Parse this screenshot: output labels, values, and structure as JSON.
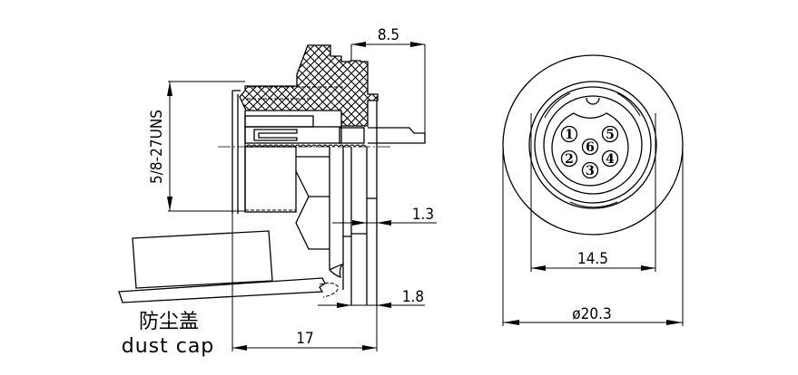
{
  "side_view": {
    "thread_label": "5/8-27UNS",
    "dim_top": "8.5",
    "dim_wall_1": "1.3",
    "dim_wall_2": "1.8",
    "dim_length": "17",
    "dust_cap_cn": "防尘盖",
    "dust_cap_en": "dust cap"
  },
  "front_view": {
    "dim_inner": "14.5",
    "dim_outer": "ø20.3",
    "pins": [
      "1",
      "2",
      "3",
      "4",
      "5",
      "6"
    ]
  },
  "colors": {
    "line": "#000000",
    "background": "#ffffff"
  }
}
